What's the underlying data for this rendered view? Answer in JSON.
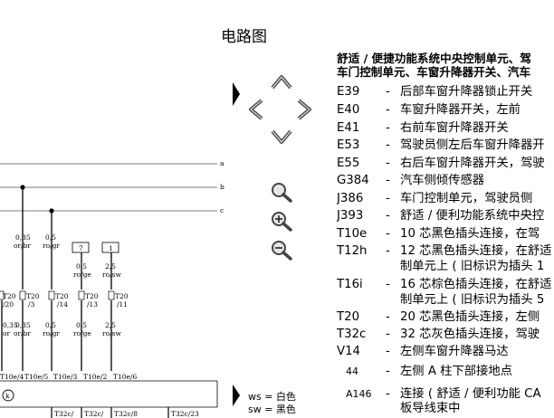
{
  "page_title": "电路图",
  "legend": {
    "heading_lines": [
      "舒适 / 便捷功能系统中央控制单元、驾",
      "车门控制单元、车窗升降器开关、汽车"
    ],
    "entries": [
      {
        "code": "E39",
        "lines": [
          "后部车窗升降器锁止开关"
        ]
      },
      {
        "code": "E40",
        "lines": [
          "车窗升降器开关，左前"
        ]
      },
      {
        "code": "E41",
        "lines": [
          "右前车窗升降器开关"
        ]
      },
      {
        "code": "E53",
        "lines": [
          "驾驶员侧左后车窗升降器开"
        ]
      },
      {
        "code": "E55",
        "lines": [
          "右后车窗升降器开关，驾驶"
        ]
      },
      {
        "code": "G384",
        "lines": [
          "汽车侧倾传感器"
        ]
      },
      {
        "code": "J386",
        "lines": [
          "车门控制单元，驾驶员侧"
        ]
      },
      {
        "code": "J393",
        "lines": [
          "舒适 / 便利功能系统中央控"
        ]
      },
      {
        "code": "T10e",
        "lines": [
          "10 芯黑色插头连接，在驾"
        ]
      },
      {
        "code": "T12h",
        "lines": [
          "12 芯黑色插头连接，在舒适",
          "制单元上 ( 旧标识为插头 1"
        ]
      },
      {
        "code": "T16i",
        "lines": [
          "16 芯棕色插头连接，在舒适",
          "制单元上 ( 旧标识为插头 5"
        ]
      },
      {
        "code": "T20",
        "lines": [
          "20 芯黑色插头连接，左侧"
        ]
      },
      {
        "code": "T32c",
        "lines": [
          "32 芯灰色插头连接，驾驶"
        ]
      },
      {
        "code": "V14",
        "lines": [
          "左侧车窗升降器马达"
        ]
      },
      {
        "code": "44",
        "lines": [
          "左侧 A 柱下部接地点"
        ]
      },
      {
        "code": "A146",
        "lines": [
          "连接 ( 舒适 / 便利功能 CA",
          "板导线束中"
        ]
      }
    ]
  },
  "color_key": [
    "ws = 白色",
    "sw = 黑色"
  ],
  "schematic": {
    "bus_labels": [
      "a",
      "b",
      "c"
    ],
    "wires": [
      {
        "gauge": "0,35",
        "color": "or/br",
        "pin_top": "T20",
        "pin_top2": "/3",
        "pin_bottom": "T10e/5",
        "gauge2": "0,35",
        "color2": "or/br"
      },
      {
        "gauge": "0,5",
        "color": "ro/gr",
        "pin_top": "T20",
        "pin_top2": "/14",
        "pin_bottom": "T10e/3",
        "gauge2": "0,5",
        "color2": "ro/gr"
      },
      {
        "box": "7",
        "gauge": "0,5",
        "color": "ro/ge",
        "pin_top": "T20",
        "pin_top2": "/13",
        "pin_bottom": "T10e/2",
        "gauge2": "0,5",
        "color2": "ro/ge"
      },
      {
        "box": "1",
        "gauge": "2,5",
        "color": "ro/sw",
        "pin_top": "T20",
        "pin_top2": "/11",
        "pin_bottom": "T10e/6",
        "gauge2": "2,5",
        "color2": "ro/sw"
      }
    ],
    "left_partial": {
      "pin_top": "T20",
      "pin_top2": "/20",
      "gauge2": "0,35",
      "color2": "or",
      "pin_bottom": "T10e/4"
    },
    "ground_symbol": "k",
    "lower_connectors": [
      "T32c/",
      "T32c/",
      "T32c/8",
      "T32c/23"
    ]
  },
  "nav": {
    "pan_left": "chevron-left-icon",
    "pan_right": "chevron-right-icon",
    "pan_up": "chevron-up-icon",
    "pan_down": "chevron-down-icon",
    "zoom_fit": "magnifier-icon",
    "zoom_in": "zoom-in-icon",
    "zoom_out": "zoom-out-icon"
  }
}
